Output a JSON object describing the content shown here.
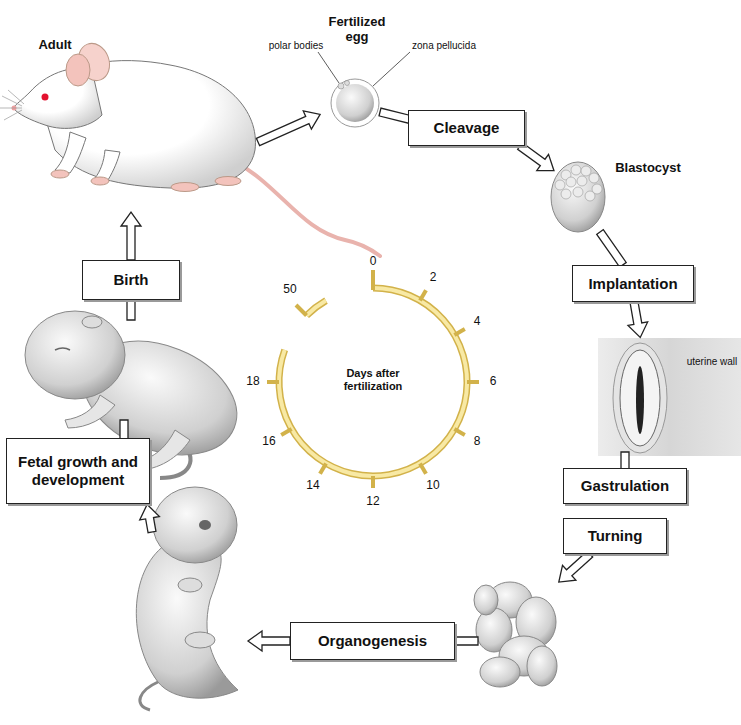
{
  "diagram": {
    "nodes": [
      {
        "text": [
          "Cleavage"
        ]
      },
      {
        "text": [
          "Implantation"
        ]
      },
      {
        "text": [
          "Gastrulation"
        ]
      },
      {
        "text": [
          "Turning"
        ]
      },
      {
        "text": [
          "Organogenesis"
        ]
      },
      {
        "text": [
          "Fetal growth and development"
        ]
      },
      {
        "text": [
          "Birth"
        ]
      }
    ],
    "labels": [
      "Adult",
      "Fertilized egg",
      "polar bodies",
      "zona pellucida",
      "Blastocyst",
      "uterine wall",
      "Days after fertilization",
      "0",
      "2",
      "4",
      "6",
      "8",
      "10",
      "12",
      "14",
      "16",
      "18",
      "50"
    ]
  }
}
